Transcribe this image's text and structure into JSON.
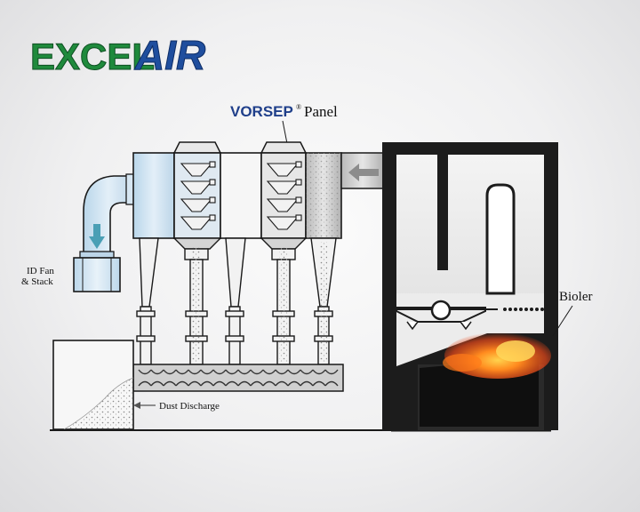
{
  "logo": {
    "word_primary": "EXCEL",
    "word_secondary": "AIR",
    "color_primary": "#1f8a3c",
    "color_secondary": "#1f4e9e"
  },
  "labels": {
    "panel_brand": "VORSEP",
    "panel_reg": "®",
    "panel_word": "Panel",
    "fan_line1": "ID Fan",
    "fan_line2": "& Stack",
    "dust_discharge": "Dust Discharge",
    "boiler": "Bioler"
  },
  "colors": {
    "outline": "#1a1a1a",
    "duct_fill": "#cfe3f1",
    "flow_arrow": "#4a9fb5",
    "fire": "#f36a1c"
  },
  "icons": {
    "flow": "down-arrow-icon",
    "inlet": "left-arrow-icon",
    "discharge": "left-arrow-icon"
  }
}
